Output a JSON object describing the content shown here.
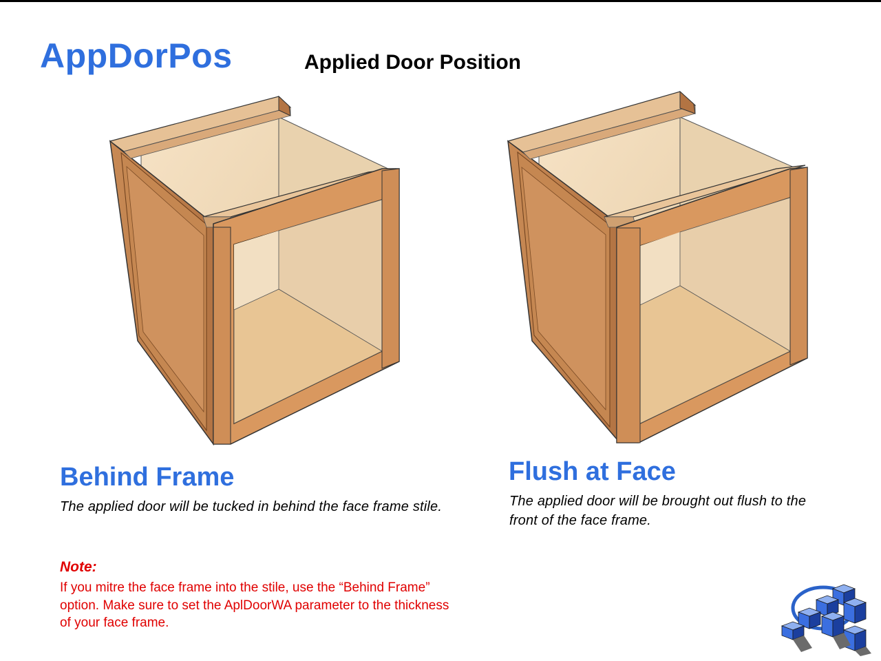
{
  "header": {
    "app_name": "AppDorPos",
    "subtitle": "Applied Door Position"
  },
  "sections": {
    "behind": {
      "heading": "Behind Frame",
      "description": "The applied door will be tucked in behind the face frame stile."
    },
    "flush": {
      "heading": "Flush at Face",
      "description": "The applied door will be brought out flush to the front of the face frame."
    }
  },
  "note": {
    "label": "Note:",
    "text": "If you mitre the face frame into the stile, use the “Behind Frame” option. Make sure to set the AplDoorWA parameter to the thickness of your face frame."
  },
  "colors": {
    "accent_blue": "#2f6fde",
    "note_red": "#e00000",
    "face_frame_wood": "#d9985f",
    "panel_wood": "#f3d7b3"
  },
  "illustrations": [
    {
      "id": "cabinet-behind-frame"
    },
    {
      "id": "cabinet-flush-at-face"
    }
  ]
}
